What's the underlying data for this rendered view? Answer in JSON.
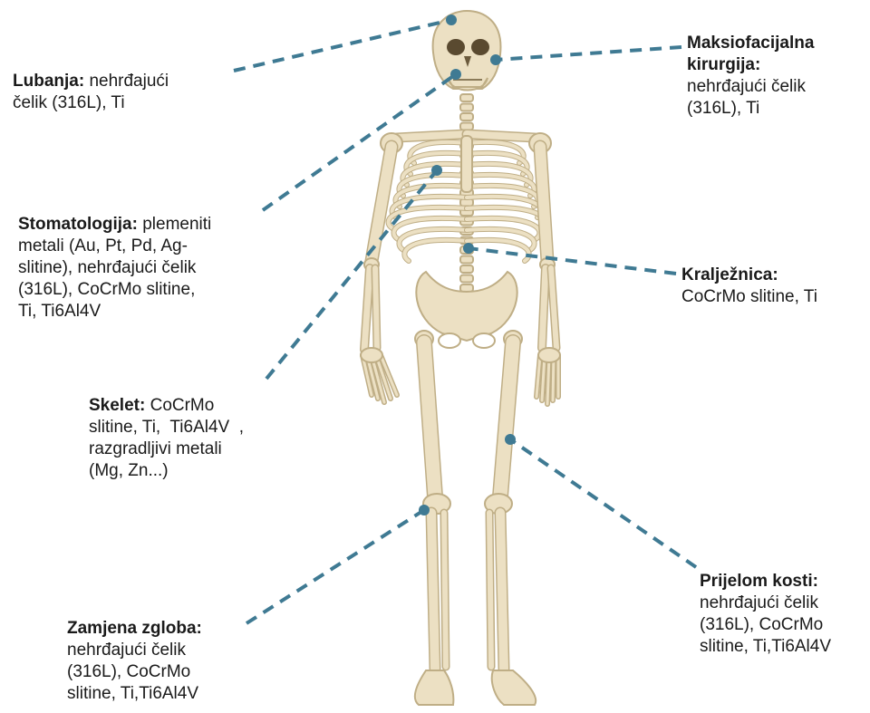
{
  "colors": {
    "leader_line": "#3f7a93",
    "bone_fill": "#ece0c3",
    "bone_stroke": "#bfae86",
    "bone_shadow": "#d8c8a2",
    "text": "#1a1a1a"
  },
  "callouts": [
    {
      "id": "lubanja",
      "title": "Lubanja:",
      "body": " nehrđajući\nčelik (316L), Ti"
    },
    {
      "id": "maksiofacijalna",
      "title": "Maksiofacijalna\nkirurgija:",
      "body": "\nnehrđajući čelik\n(316L), Ti"
    },
    {
      "id": "stomatologija",
      "title": "Stomatologija:",
      "body": " plemeniti\nmetali (Au, Pt, Pd, Ag-\nslitine), nehrđajući čelik\n(316L), CoCrMo slitine,\nTi, Ti6Al4V"
    },
    {
      "id": "kraljeznica",
      "title": "Kralježnica:",
      "body": "\nCoCrMo slitine, Ti"
    },
    {
      "id": "skelet",
      "title": "Skelet:",
      "body": " CoCrMo\nslitine, Ti,  Ti6Al4V  ,\nrazgradljivi metali\n(Mg, Zn...)"
    },
    {
      "id": "prijelom",
      "title": "Prijelom kosti:",
      "body": "\nnehrđajući čelik\n(316L), CoCrMo\nslitine, Ti,Ti6Al4V"
    },
    {
      "id": "zamjena",
      "title": "Zamjena zgloba:",
      "body": "\nnehrđajući čelik\n(316L), CoCrMo\nslitine, Ti,Ti6Al4V"
    }
  ]
}
